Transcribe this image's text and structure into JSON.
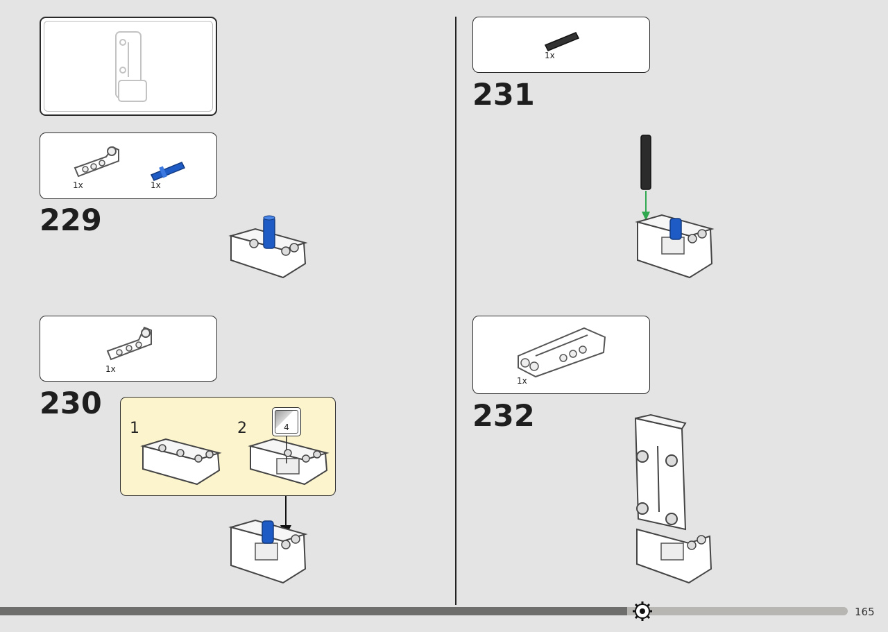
{
  "steps": {
    "s229": {
      "number": "229",
      "parts": [
        {
          "qty": "1x",
          "icon": "l-beam-part"
        },
        {
          "qty": "1x",
          "icon": "blue-pin-part"
        }
      ]
    },
    "s230": {
      "number": "230",
      "parts": [
        {
          "qty": "1x",
          "icon": "l-beam-part"
        }
      ],
      "substeps": {
        "one": "1",
        "two": "2"
      },
      "sticker_ref": "4"
    },
    "s231": {
      "number": "231",
      "parts": [
        {
          "qty": "1x",
          "icon": "black-axle-part"
        }
      ]
    },
    "s232": {
      "number": "232",
      "parts": [
        {
          "qty": "1x",
          "icon": "panel-part"
        }
      ]
    }
  },
  "page": {
    "number": "165",
    "progress": 0.74
  },
  "colors": {
    "background": "#e4e4e4",
    "substep_bg": "#fcf4cc",
    "pin_blue": "#1f5bc4",
    "arrow_green": "#2fa84f"
  }
}
